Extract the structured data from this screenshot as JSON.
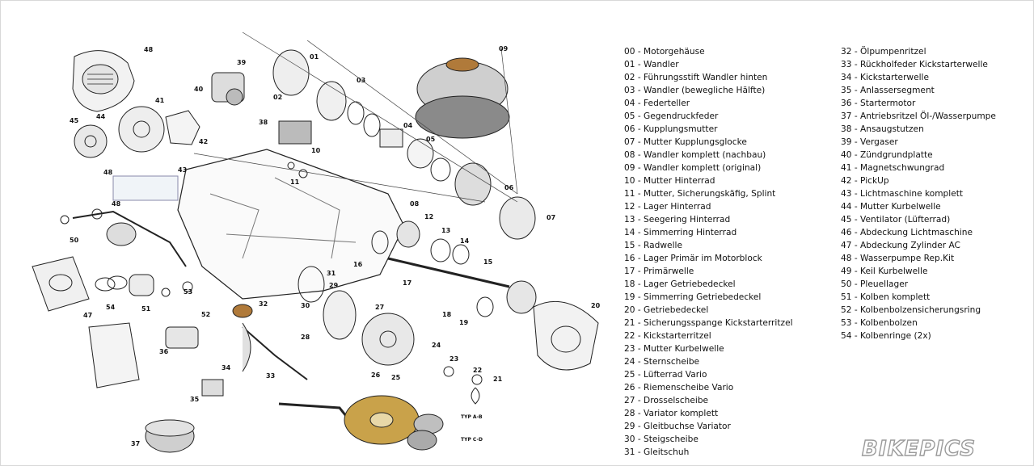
{
  "diagram": {
    "callouts": [
      "48",
      "39",
      "40",
      "41",
      "42",
      "43",
      "44",
      "45",
      "48",
      "48",
      "50",
      "47",
      "51",
      "52",
      "53",
      "54",
      "36",
      "35",
      "37",
      "38",
      "10",
      "11",
      "02",
      "01",
      "03",
      "04",
      "05",
      "06",
      "07",
      "08",
      "09",
      "12",
      "13",
      "14",
      "15",
      "16",
      "17",
      "18",
      "19",
      "20",
      "21",
      "22",
      "23",
      "24",
      "25",
      "26",
      "27",
      "28",
      "29",
      "30",
      "31",
      "32",
      "33",
      "34"
    ],
    "typ_labels": [
      "TYP A-B",
      "TYP C-D"
    ]
  },
  "legend": {
    "column1": [
      "00 - Motorgehäuse",
      "01 - Wandler",
      "02 - Führungsstift Wandler hinten",
      "03 - Wandler (bewegliche Hälfte)",
      "04 - Federteller",
      "05 - Gegendruckfeder",
      "06 - Kupplungsmutter",
      "07 - Mutter Kupplungsglocke",
      "08 - Wandler komplett (nachbau)",
      "09 - Wandler komplett (original)",
      "10 - Mutter Hinterrad",
      "11 - Mutter, Sicherungskäfig, Splint",
      "12 - Lager Hinterrad",
      "13 - Seegering Hinterrad",
      "14 - Simmerring Hinterrad",
      "15 - Radwelle",
      "16 - Lager Primär im Motorblock",
      "17 - Primärwelle",
      "18 - Lager Getriebedeckel",
      "19 - Simmerring Getriebedeckel",
      "20 - Getriebedeckel",
      "21 - Sicherungsspange Kickstarterritzel",
      "22 - Kickstarterritzel",
      "23 - Mutter Kurbelwelle",
      "24 - Sternscheibe",
      "25 - Lüfterrad Vario",
      "26 - Riemenscheibe Vario",
      "27 - Drosselscheibe",
      "28 - Variator komplett",
      "29 - Gleitbuchse Variator",
      "30 - Steigscheibe",
      "31 - Gleitschuh"
    ],
    "column2": [
      "32 - Ölpumpenritzel",
      "33 - Rückholfeder Kickstarterwelle",
      "34 - Kickstarterwelle",
      "35 - Anlassersegment",
      "36 - Startermotor",
      "37 - Antriebsritzel Öl-/Wasserpumpe",
      "38 - Ansaugstutzen",
      "39 - Vergaser",
      "40 - Zündgrundplatte",
      "41 - Magnetschwungrad",
      "42 - PickUp",
      "43 - Lichtmaschine komplett",
      "44 - Mutter Kurbelwelle",
      "45 - Ventilator (Lüfterrad)",
      "46 - Abdeckung Lichtmaschine",
      "47 - Abdeckung Zylinder AC",
      "48 - Wasserpumpe Rep.Kit",
      "49 - Keil Kurbelwelle",
      "50 - Pleuellager",
      "51 - Kolben komplett",
      "52 - Kolbenbolzensicherungsring",
      "53 - Kolbenbolzen",
      "54 - Kolbenringe (2x)"
    ]
  },
  "watermark": "BIKEPICS",
  "colors": {
    "gold": "#c9a24a",
    "bronze": "#b07a3a",
    "line": "#222222",
    "watermark_stroke": "#9a9a9a"
  }
}
